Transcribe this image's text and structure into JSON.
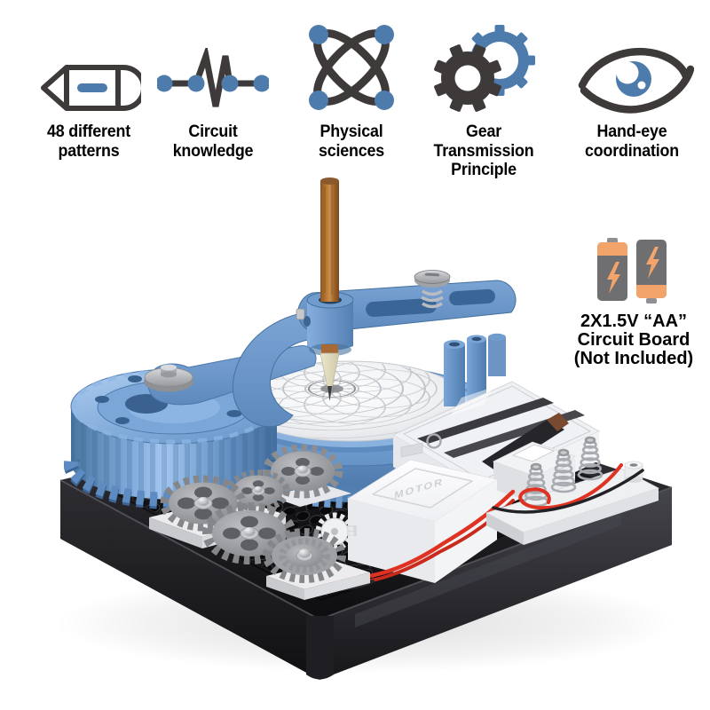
{
  "page": {
    "background": "#ffffff",
    "kind": "product-infographic"
  },
  "features": [
    {
      "icon": "pencil-icon",
      "line1": "48 different",
      "line2": "patterns"
    },
    {
      "icon": "circuit-icon",
      "line1": "Circuit",
      "line2": "knowledge"
    },
    {
      "icon": "atom-icon",
      "line1": "Physical",
      "line2": "sciences"
    },
    {
      "icon": "gears-icon",
      "line1": "Gear Transmission",
      "line2": "Principle"
    },
    {
      "icon": "eye-icon",
      "line1": "Hand-eye",
      "line2": "coordination"
    }
  ],
  "battery_note": {
    "line1": "2X1.5V “AA”",
    "line2": "Circuit Board",
    "line3": "(Not Included)"
  },
  "product": {
    "motor_label": "MOTOR"
  },
  "colors": {
    "icon_dark": "#3e3a39",
    "icon_blue": "#4d7cac",
    "machine_blue": "#6b98cc",
    "base_black": "#17171a",
    "battery_orange": "#f2a46b",
    "battery_gray": "#6f6f71",
    "wire_red": "#e03222",
    "text": "#000000"
  }
}
